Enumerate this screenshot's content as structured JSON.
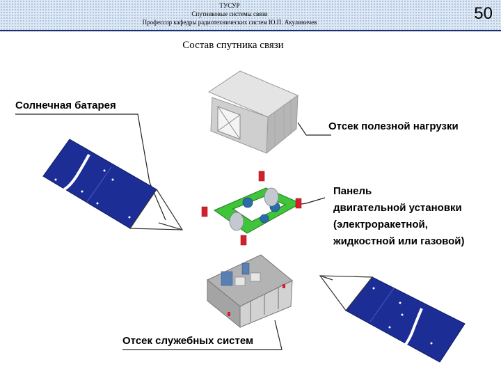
{
  "header": {
    "org": "ТУСУР",
    "course": "Спутниковые системы связи",
    "author": "Профессор кафедры радиотехнических систем Ю.П. Акулиничев",
    "page_number": "50"
  },
  "slide": {
    "title": "Состав спутника связи"
  },
  "labels": {
    "solar_panel": "Солнечная батарея",
    "payload_bay": "Отсек полезной нагрузки",
    "engine_line1": "Панель",
    "engine_line2": "двигательной установки",
    "engine_line3": "(электроракетной,",
    "engine_line4": "жидкостной или газовой)",
    "service_bay": "Отсек служебных систем"
  },
  "colors": {
    "solar_blue": "#1c2e96",
    "panel_green": "#3fc43a",
    "thruster_red": "#d4202a",
    "module_gray": "#c9c9c9",
    "header_line": "#1a2f70"
  }
}
